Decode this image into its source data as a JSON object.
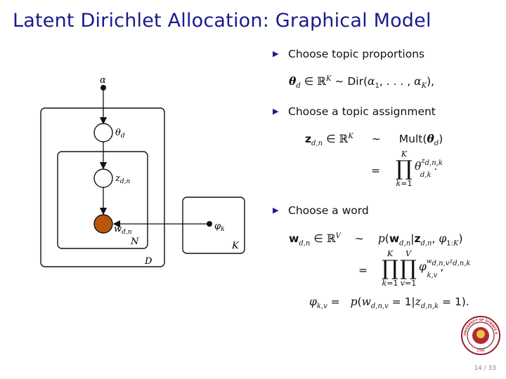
{
  "slide": {
    "title": "Latent Dirichlet Allocation: Graphical Model",
    "page_number": "14 / 33"
  },
  "model": {
    "alpha": "α",
    "theta": "θ",
    "theta_sub": "d",
    "z": "z",
    "z_sub": "d,n",
    "w": "w",
    "w_sub": "d,n",
    "phi": "φ",
    "phi_sub": "k",
    "plate_N": "N",
    "plate_D": "D",
    "plate_K": "K",
    "observed_color": "#b8560f"
  },
  "bullets": [
    {
      "label": "Choose topic proportions"
    },
    {
      "label": "Choose a topic assignment"
    },
    {
      "label": "Choose a word"
    }
  ],
  "colors": {
    "title": "#1a1a8c",
    "bullet": "#1a1a8c"
  },
  "logo": {
    "text": "UNIVERSITY OF SCIENCE AND TECHNOLOGY",
    "year": "1986"
  }
}
